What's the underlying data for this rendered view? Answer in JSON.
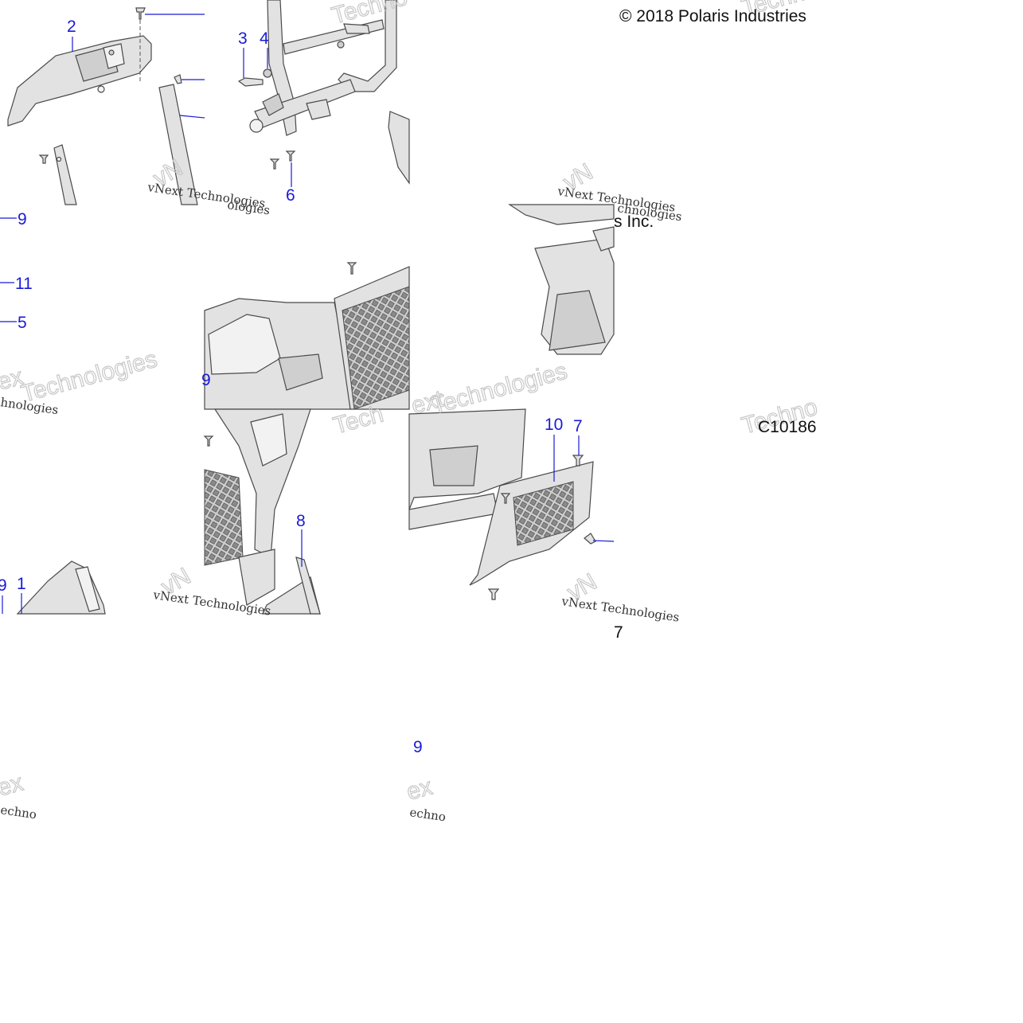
{
  "diagram": {
    "copyright": "© 2018 Polaris Industries",
    "copyright_fragment": "s Inc.",
    "figure_id": "C10186",
    "watermark": {
      "script_text": "vNext Technologies",
      "fragment_ext": "ext",
      "fragment_tech": "Technologies",
      "fragment_techno": "Techno",
      "fragment_chno": "chnologies",
      "fragment_tech_short": "Tech",
      "fragment_ologies": "ologies",
      "fragment_hno": "hnologies",
      "fragment_echno": "echno",
      "fragment_vn": "vN",
      "fragment_x": "ex"
    },
    "callouts": {
      "c2": "2",
      "c3": "3",
      "c4": "4",
      "c6": "6",
      "c9a": "9",
      "c11": "11",
      "c5": "5",
      "c9b": "9",
      "c1": "1",
      "c8": "8",
      "c10": "10",
      "c7": "7",
      "c7frag": "7",
      "c9c": "9",
      "c9d": "9"
    }
  }
}
